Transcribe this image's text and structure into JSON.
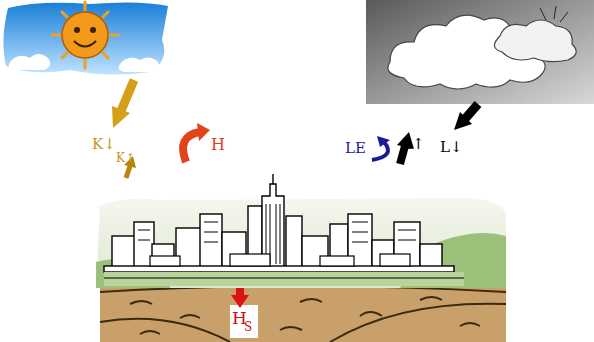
{
  "diagram": {
    "labels": [
      "K↓",
      "K↑",
      "H",
      "LE",
      "L↑",
      "L↓",
      "H",
      "S"
    ]
  }
}
